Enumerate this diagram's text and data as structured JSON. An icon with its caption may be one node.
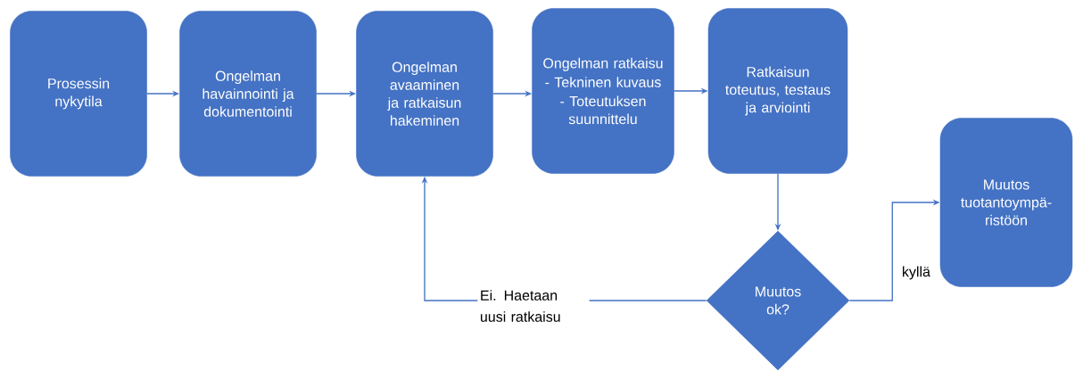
{
  "diagram": {
    "nodes": [
      {
        "text": [
          "Prosessin nykytila"
        ]
      },
      {
        "text": [
          "Ongelman havainnointi ja dokumentointi"
        ]
      },
      {
        "text": [
          "Ongelman avaaminen ja ratkaisun hakeminen"
        ]
      },
      {
        "text": [
          "Ongelman ratkaisu",
          "- Tekninen kuvaus",
          "- Toteutuksen suunnittelu"
        ]
      },
      {
        "text": [
          "Ratkaisun toteutus, testaus ja arviointi"
        ]
      },
      {
        "text": [
          "Muutos ok?"
        ]
      },
      {
        "text": [
          "Muutos tuotantoympä-ristöön"
        ]
      }
    ],
    "edges": [
      {
        "from": 0,
        "to": 1,
        "arrow": "to"
      },
      {
        "from": 1,
        "to": 2,
        "arrow": "to"
      },
      {
        "from": 2,
        "to": 3,
        "arrow": "to"
      },
      {
        "from": 3,
        "to": 4,
        "arrow": "to"
      },
      {
        "from": 4,
        "to": 5,
        "arrow": "to"
      },
      {
        "from": 5,
        "to": 2,
        "arrow": "to",
        "label": "Ei. Haetaan uusi ratkaisu"
      },
      {
        "from": 5,
        "to": 6,
        "arrow": "to",
        "label": "kyllä"
      }
    ]
  }
}
